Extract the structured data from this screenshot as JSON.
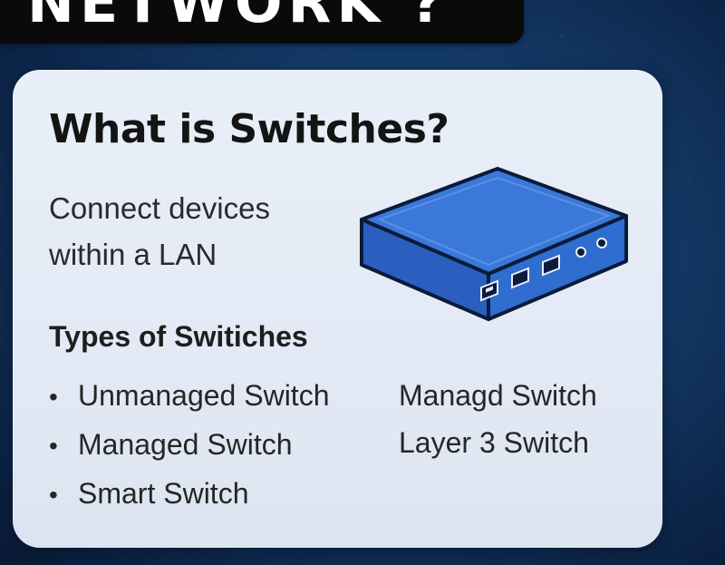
{
  "top_banner": {
    "text": "NETWORK ?"
  },
  "card": {
    "title": "What is Switches?",
    "description": "Connect devices within a LAN",
    "types_heading": "Types of Switiches",
    "types_left": [
      "Unmanaged Switch",
      "Managed Switch",
      "Smart Switch"
    ],
    "types_right": [
      "Managd Switch",
      "Layer 3 Switch"
    ],
    "bullet_glyph": "•",
    "illustration": "network-switch-icon"
  },
  "colors": {
    "background": "#143a68",
    "card": "#e6edf7",
    "switch_body": "#2f6dd0",
    "switch_outline": "#0b1b3a",
    "text": "#1e1e1e"
  }
}
